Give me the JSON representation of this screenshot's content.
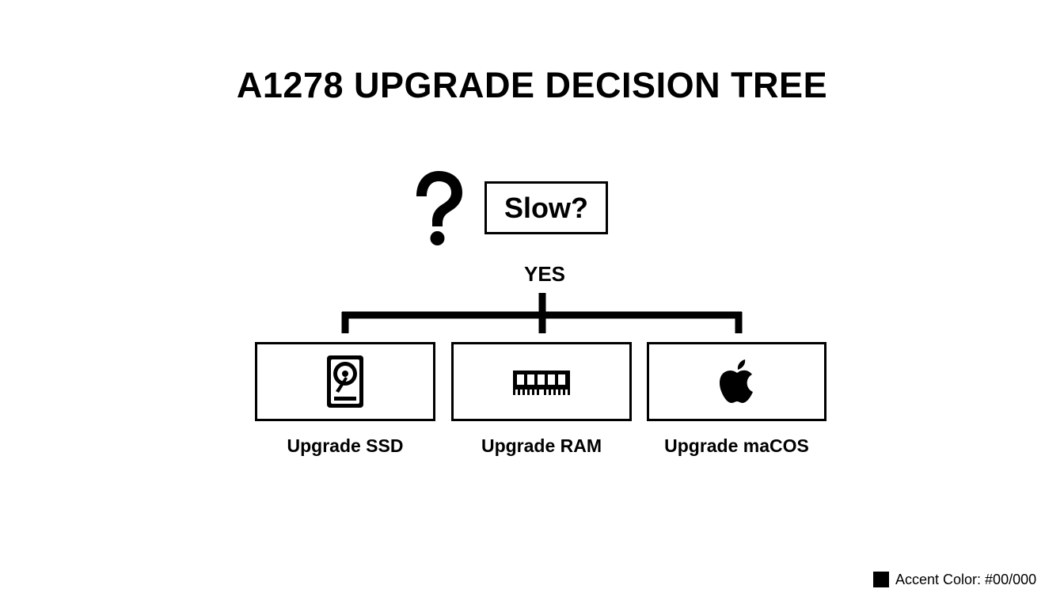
{
  "title": "A1278 UPGRADE DECISION TREE",
  "question": {
    "icon": "question-mark-icon",
    "label": "Slow?"
  },
  "branch_label": "YES",
  "options": [
    {
      "icon": "hard-drive-icon",
      "label": "Upgrade SSD"
    },
    {
      "icon": "ram-module-icon",
      "label": "Upgrade RAM"
    },
    {
      "icon": "apple-logo-icon",
      "label": "Upgrade maCOS"
    }
  ],
  "legend": {
    "text": "Accent Color: #00/000",
    "swatch_color": "#000000"
  }
}
